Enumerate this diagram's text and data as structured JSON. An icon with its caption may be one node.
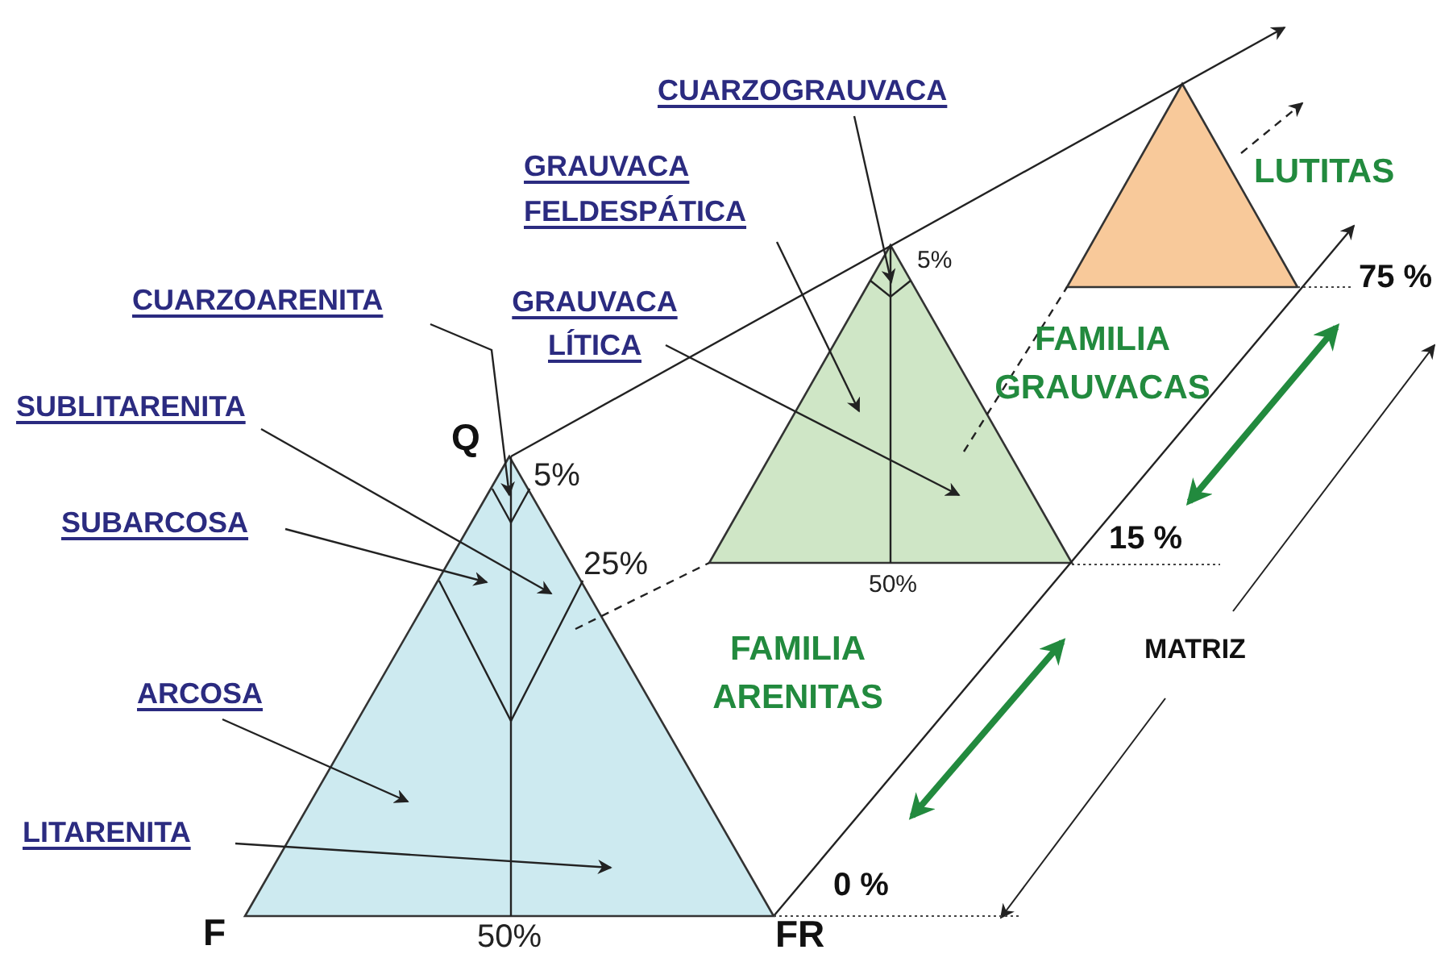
{
  "diagram": {
    "nodes": [
      {
        "text": [],
        "shape": "triangle"
      },
      {
        "text": [],
        "shape": "triangle"
      },
      {
        "text": [],
        "shape": "triangle"
      },
      {
        "text": [
          "CUARZOGRAUVACA"
        ]
      },
      {
        "text": [
          "GRAUVACA FELDESPÁTICA"
        ]
      },
      {
        "text": [
          "GRAUVACA LÍTICA"
        ]
      },
      {
        "text": [
          "CUARZOARENITA"
        ]
      },
      {
        "text": [
          "SUBLITARENITA"
        ]
      },
      {
        "text": [
          "SUBARCOSA"
        ]
      },
      {
        "text": [
          "ARCOSA"
        ]
      },
      {
        "text": [
          "LITARENITA"
        ]
      }
    ],
    "edges": [
      {
        "from": 0,
        "to": 1,
        "arrow": "none",
        "style": "dashed"
      },
      {
        "from": 1,
        "to": 2,
        "arrow": "none",
        "style": "dashed"
      },
      {
        "from": 2,
        "to": null,
        "arrow": "to",
        "style": "dashed"
      },
      {
        "from": 3,
        "to": 1,
        "arrow": "to"
      },
      {
        "from": 4,
        "to": 1,
        "arrow": "to"
      },
      {
        "from": 5,
        "to": 1,
        "arrow": "to"
      },
      {
        "from": 6,
        "to": 0,
        "arrow": "to"
      },
      {
        "from": 7,
        "to": 0,
        "arrow": "to"
      },
      {
        "from": 8,
        "to": 0,
        "arrow": "to"
      },
      {
        "from": 9,
        "to": 0,
        "arrow": "to"
      },
      {
        "from": 10,
        "to": 0,
        "arrow": "to"
      }
    ],
    "labels": [
      "LUTITAS",
      "FAMILIA GRAUVACAS",
      "5%",
      "75 %",
      "Q",
      "5%",
      "FAMILIA ARENITAS",
      "25%",
      "15 %",
      "50%",
      "MATRIZ",
      "0 %",
      "F",
      "50%",
      "FR"
    ]
  }
}
